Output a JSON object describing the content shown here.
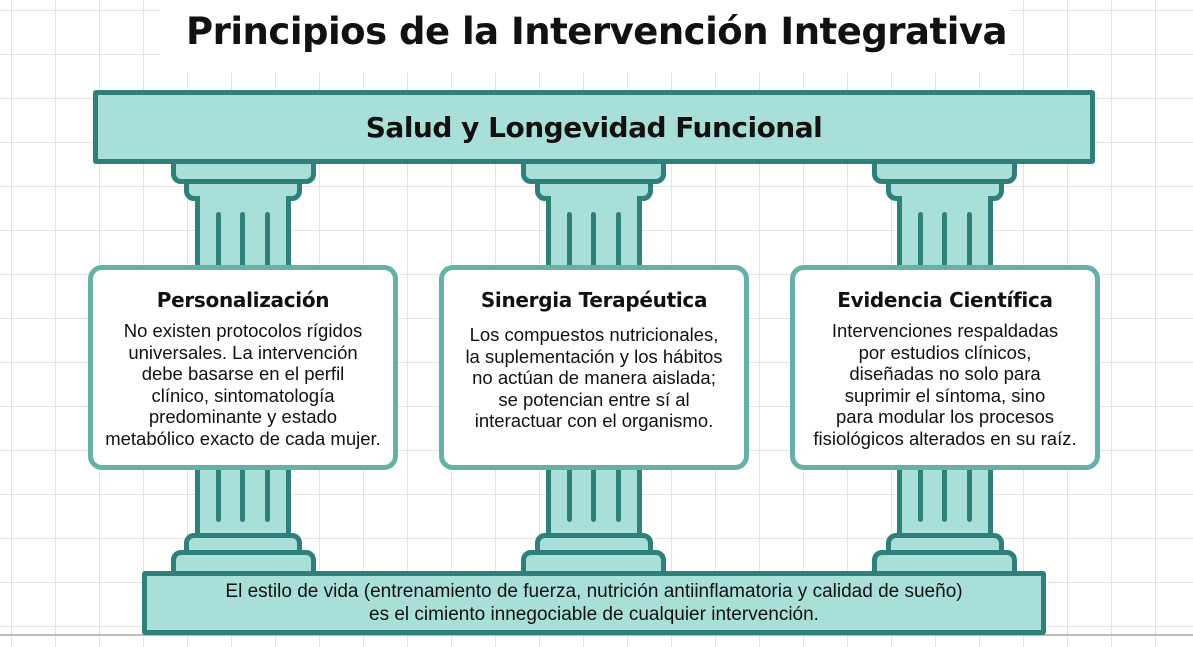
{
  "title": "Principios de la Intervención Integrativa",
  "beam": {
    "label": "Salud y Longevidad Funcional"
  },
  "pillars": [
    {
      "title": "Personalización",
      "body": "No existen protocolos rígidos\nuniversales. La intervención\ndebe basarse en el perfil\nclínico, sintomatología\npredominante y estado\nmetabólico exacto de cada mujer."
    },
    {
      "title": "Sinergia Terapéutica",
      "body": "Los compuestos nutricionales,\nla suplementación y los hábitos\nno actúan de manera aislada;\nse potencian entre sí al\ninteractuar con el organismo."
    },
    {
      "title": "Evidencia Científica",
      "body": "Intervenciones respaldadas\npor estudios clínicos,\ndiseñadas no solo para\nsuprimir el síntoma, sino\npara modular los procesos\nfisiológicos alterados en su raíz."
    }
  ],
  "foundation": {
    "text": "El estilo de vida (entrenamiento de fuerza, nutrición antiinflamatoria y calidad de sueño)\nes el cimiento innegociable de cualquier intervención."
  },
  "colors": {
    "teal_fill": "#a8e0d9",
    "teal_stroke": "#2f7f7b",
    "card_border": "#66b0aa",
    "grid": "#e4e4e4"
  }
}
